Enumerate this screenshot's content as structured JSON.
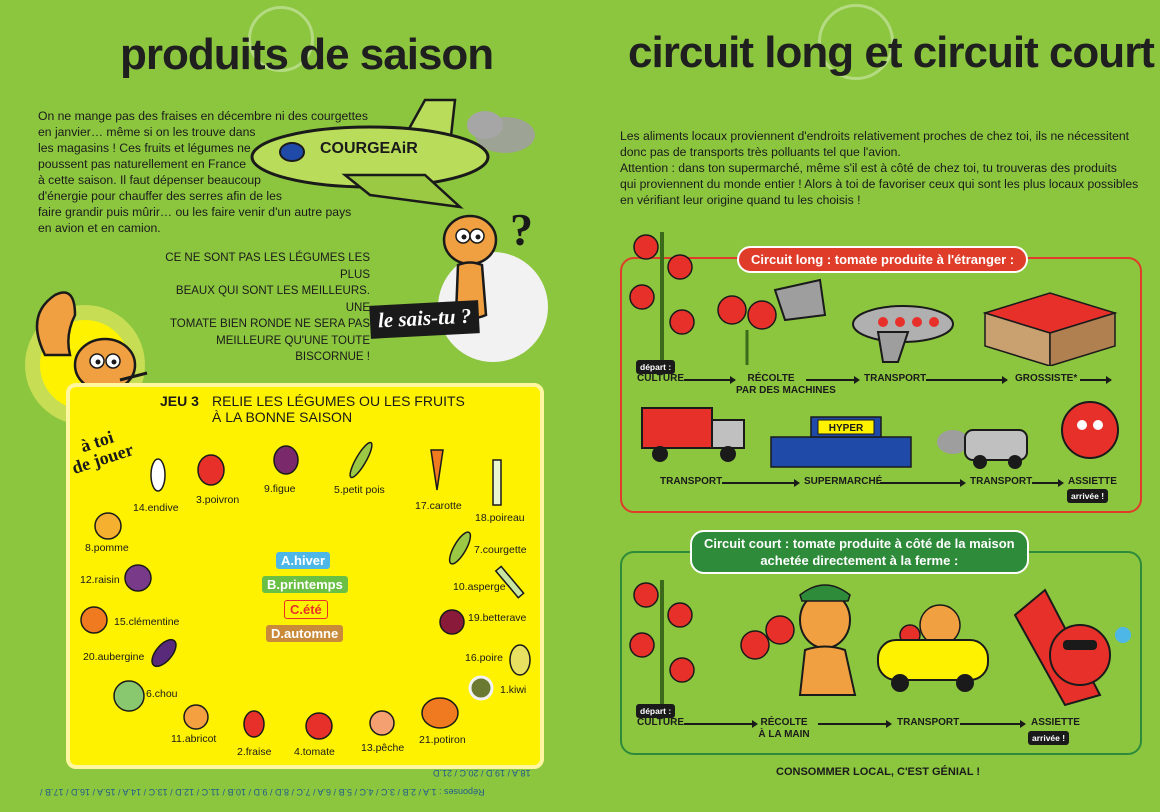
{
  "left": {
    "title": "produits de saison",
    "intro_lines": [
      "On ne mange pas des fraises en décembre ni des courgettes",
      "en janvier… même si on les trouve dans",
      "les magasins ! Ces fruits et légumes ne",
      "poussent pas naturellement en France",
      "à cette saison. Il faut dépenser beaucoup",
      "d'énergie pour chauffer des serres afin de les",
      "faire grandir puis mûrir… ou les faire venir d'un autre pays",
      "en avion et en camion."
    ],
    "plane_label": "COURGEAiR",
    "tip_lines": [
      "CE NE SONT PAS LES LÉGUMES LES PLUS",
      "BEAUX QUI SONT LES MEILLEURS. UNE",
      "TOMATE BIEN RONDE NE SERA PAS",
      "MEILLEURE QU'UNE TOUTE BISCORNUE !"
    ],
    "le_sais_tu": "le sais-tu ?",
    "question_mark": "?",
    "a_toi_line1": "à toi",
    "a_toi_line2": "de jouer",
    "jeu_label": "JEU 3",
    "jeu_line1": "RELIE LES LÉGUMES OU LES FRUITS",
    "jeu_line2": "À LA BONNE SAISON",
    "seasons": [
      {
        "label": "A.hiver",
        "bg": "#4db8e8",
        "fg": "#ffffff"
      },
      {
        "label": "B.printemps",
        "bg": "#6abf45",
        "fg": "#ffffff"
      },
      {
        "label": "C.été",
        "bg": "#fff200",
        "fg": "#e8302a"
      },
      {
        "label": "D.automne",
        "bg": "#c98a3a",
        "fg": "#ffffff"
      }
    ],
    "items": [
      {
        "label": "14.endive"
      },
      {
        "label": "3.poivron"
      },
      {
        "label": "9.figue"
      },
      {
        "label": "5.petit pois"
      },
      {
        "label": "17.carotte"
      },
      {
        "label": "18.poireau"
      },
      {
        "label": "8.pomme"
      },
      {
        "label": "7.courgette"
      },
      {
        "label": "12.raisin"
      },
      {
        "label": "10.asperge"
      },
      {
        "label": "15.clémentine"
      },
      {
        "label": "19.betterave"
      },
      {
        "label": "20.aubergine"
      },
      {
        "label": "16.poire"
      },
      {
        "label": "6.chou"
      },
      {
        "label": "1.kiwi"
      },
      {
        "label": "11.abricot"
      },
      {
        "label": "2.fraise"
      },
      {
        "label": "4.tomate"
      },
      {
        "label": "13.pêche"
      },
      {
        "label": "21.potiron"
      }
    ],
    "answers_line1": "Réponses : 1.A / 2.B / 3.C / 4.C / 5.B / 6.A / 7.C / 8.D / 9.D / 10.B / 11.C / 12.D / 13.C / 14.A / 15.A / 16.D / 17.B /",
    "answers_line2": "18.A / 19.D / 20.C / 21.D"
  },
  "right": {
    "title": "circuit long et circuit court",
    "intro_lines": [
      "Les aliments locaux proviennent d'endroits relativement proches de chez toi, ils ne nécessitent",
      "donc pas de transports très polluants tel que l'avion.",
      "Attention : dans ton supermarché, même s'il est à côté de chez toi, tu trouveras des produits",
      "qui proviennent du monde entier ! Alors à toi de favoriser ceux qui sont les plus locaux possibles",
      "en vérifiant leur origine quand tu les choisis !"
    ],
    "long": {
      "heading": "Circuit long : tomate produite à l'étranger :",
      "depart": "départ :",
      "culture": "CULTURE",
      "recolte": "RÉCOLTE",
      "recolte2": "PAR DES MACHINES",
      "transport": "TRANSPORT",
      "grossiste": "GROSSISTE*",
      "supermarche": "SUPERMARCHÉ",
      "hyper": "HYPER",
      "assiette": "ASSIETTE",
      "arrivee": "arrivée !"
    },
    "court": {
      "heading1": "Circuit court : tomate produite à côté de la maison",
      "heading2": "achetée directement à la ferme :",
      "depart": "départ :",
      "culture": "CULTURE",
      "recolte": "RÉCOLTE",
      "recolte2": "À LA MAIN",
      "transport": "TRANSPORT",
      "assiette": "ASSIETTE",
      "arrivee": "arrivée !"
    },
    "footer": "CONSOMMER LOCAL, C'EST GÉNIAL !"
  }
}
